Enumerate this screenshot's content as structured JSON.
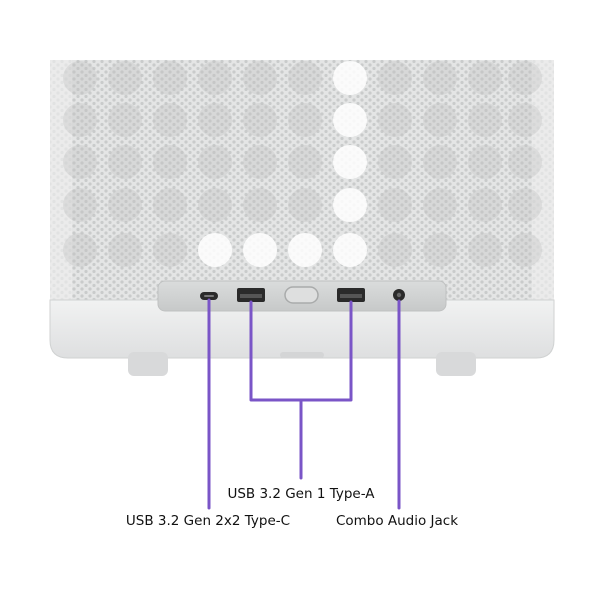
{
  "figure": {
    "description_labels": {
      "usb_c": "USB 3.2 Gen 2x2 Type-C",
      "usb_a": "USB 3.2 Gen 1 Type-A",
      "audio": "Combo Audio Jack"
    }
  },
  "colors": {
    "callout_line": "#7a55c7",
    "case_body": "#e9eaea",
    "mesh_bg": "#dcdddd",
    "port_panel": "#d2d4d4",
    "port_hole": "#2a2a2a",
    "label_text": "#111111"
  },
  "icons": {
    "power_button": "power-button-icon",
    "usb_c_port": "usb-c-port-icon",
    "usb_a_port": "usb-a-port-icon",
    "audio_jack": "audio-jack-icon"
  }
}
